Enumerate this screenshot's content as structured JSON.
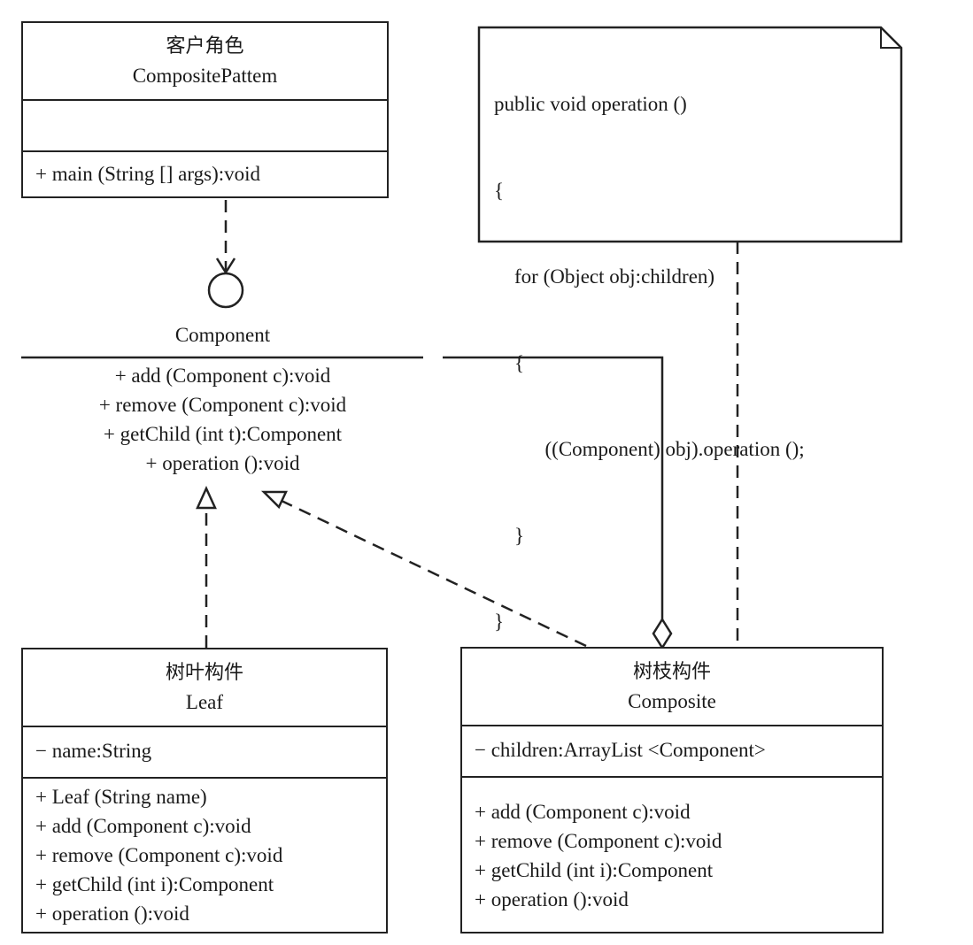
{
  "client": {
    "title_cn": "客户角色",
    "title_en": "CompositePattem",
    "operations": [
      "+ main (String [] args):void"
    ]
  },
  "component": {
    "name": "Component",
    "operations": [
      "+ add (Component c):void",
      "+ remove (Component c):void",
      "+ getChild (int t):Component",
      "+ operation ():void"
    ]
  },
  "note": {
    "lines": [
      "public void operation ()",
      "{",
      "    for (Object obj:children)",
      "    {",
      "          ((Component) obj).operation ();",
      "    }",
      "}"
    ]
  },
  "leaf": {
    "title_cn": "树叶构件",
    "title_en": "Leaf",
    "attributes": [
      "− name:String"
    ],
    "operations": [
      "+ Leaf (String name)",
      "+ add (Component c):void",
      "+ remove (Component c):void",
      "+ getChild (int i):Component",
      "+ operation ():void"
    ]
  },
  "composite": {
    "title_cn": "树枝构件",
    "title_en": "Composite",
    "attributes": [
      "− children:ArrayList <Component>"
    ],
    "operations": [
      "+ add (Component c):void",
      "+ remove (Component c):void",
      "+ getChild (int i):Component",
      "+ operation ():void"
    ]
  }
}
